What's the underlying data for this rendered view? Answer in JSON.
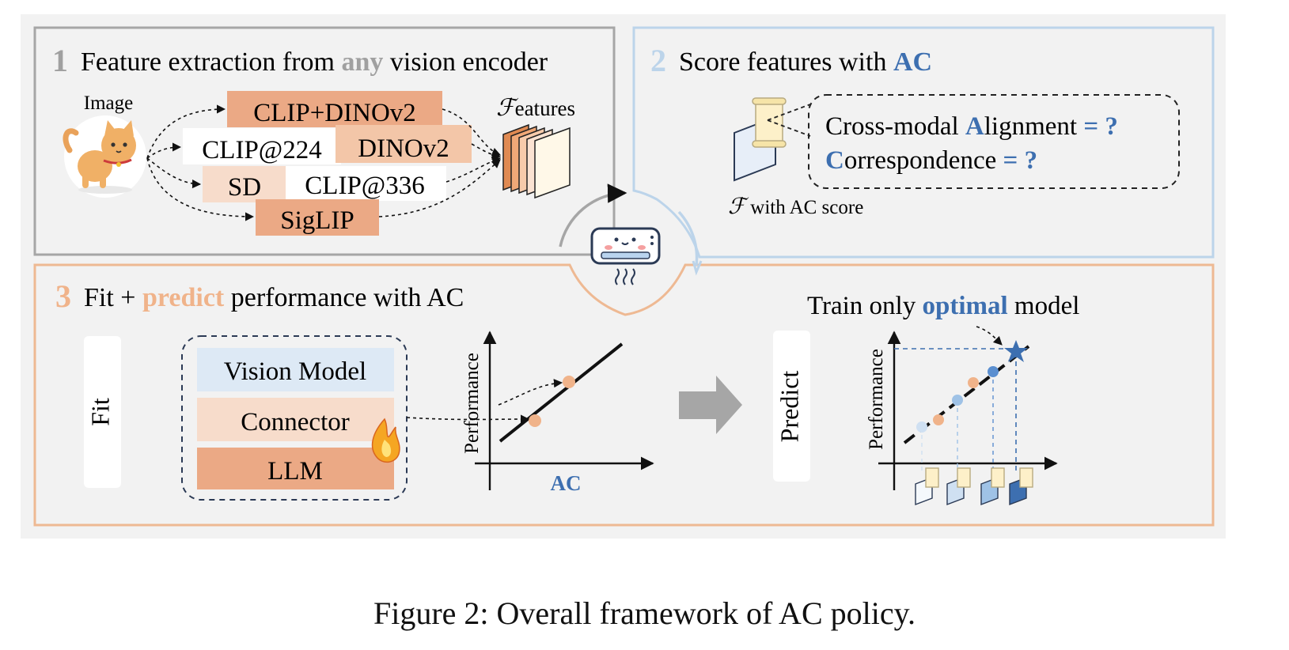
{
  "caption": "Figure 2: Overall framework of AC policy.",
  "colors": {
    "panel_bg": "#f2f2f2",
    "panel1_border": "#a6a6a6",
    "panel2_border": "#bcd4ea",
    "panel3_border": "#eeb993",
    "accent_blue": "#3d6fb0",
    "accent_orange": "#f0b38a",
    "box_dark_orange": "#eba985",
    "box_mid_orange": "#f3c6a8",
    "box_light_orange": "#f7dccb",
    "box_blue": "#dde9f5",
    "grey_num": "#a0a0a0"
  },
  "panel1": {
    "number": "1",
    "title_pre": "Feature extraction from ",
    "title_highlight": "any",
    "title_post": " vision encoder",
    "image_label": "Image",
    "encoders": [
      "CLIP+DINOv2",
      "CLIP@224",
      "DINOv2",
      "SD",
      "CLIP@336",
      "SigLIP"
    ],
    "features_script": "ℱ",
    "features_rest": "eatures"
  },
  "panel2": {
    "number": "2",
    "title_pre": "Score features with ",
    "title_highlight": "AC",
    "line1_pre": "Cross-modal ",
    "line1_A": "A",
    "line1_mid": "lignment",
    "line1_q": " = ?",
    "line2_C": "C",
    "line2_mid": "orrespondence",
    "line2_q": " = ?",
    "score_script": "ℱ",
    "score_rest": " with AC score"
  },
  "panel3": {
    "number": "3",
    "title_pre": "Fit + ",
    "title_highlight": "predict",
    "title_post": " performance with AC",
    "fit_label": "Fit",
    "stack": [
      "Vision Model",
      "Connector",
      "LLM"
    ],
    "chart_left": {
      "ylabel": "Performance",
      "xlabel": "AC"
    },
    "predict_label": "Predict",
    "right_title_pre": "Train only ",
    "right_title_highlight": "optimal",
    "right_title_post": " model",
    "chart_right": {
      "ylabel": "Performance"
    }
  },
  "icons": {
    "cat": "cat-icon",
    "air_conditioner": "air-conditioner-icon",
    "fire": "fire-icon",
    "scroll": "scroll-icon",
    "star": "star-icon",
    "arrow": "arrow-right-icon"
  }
}
